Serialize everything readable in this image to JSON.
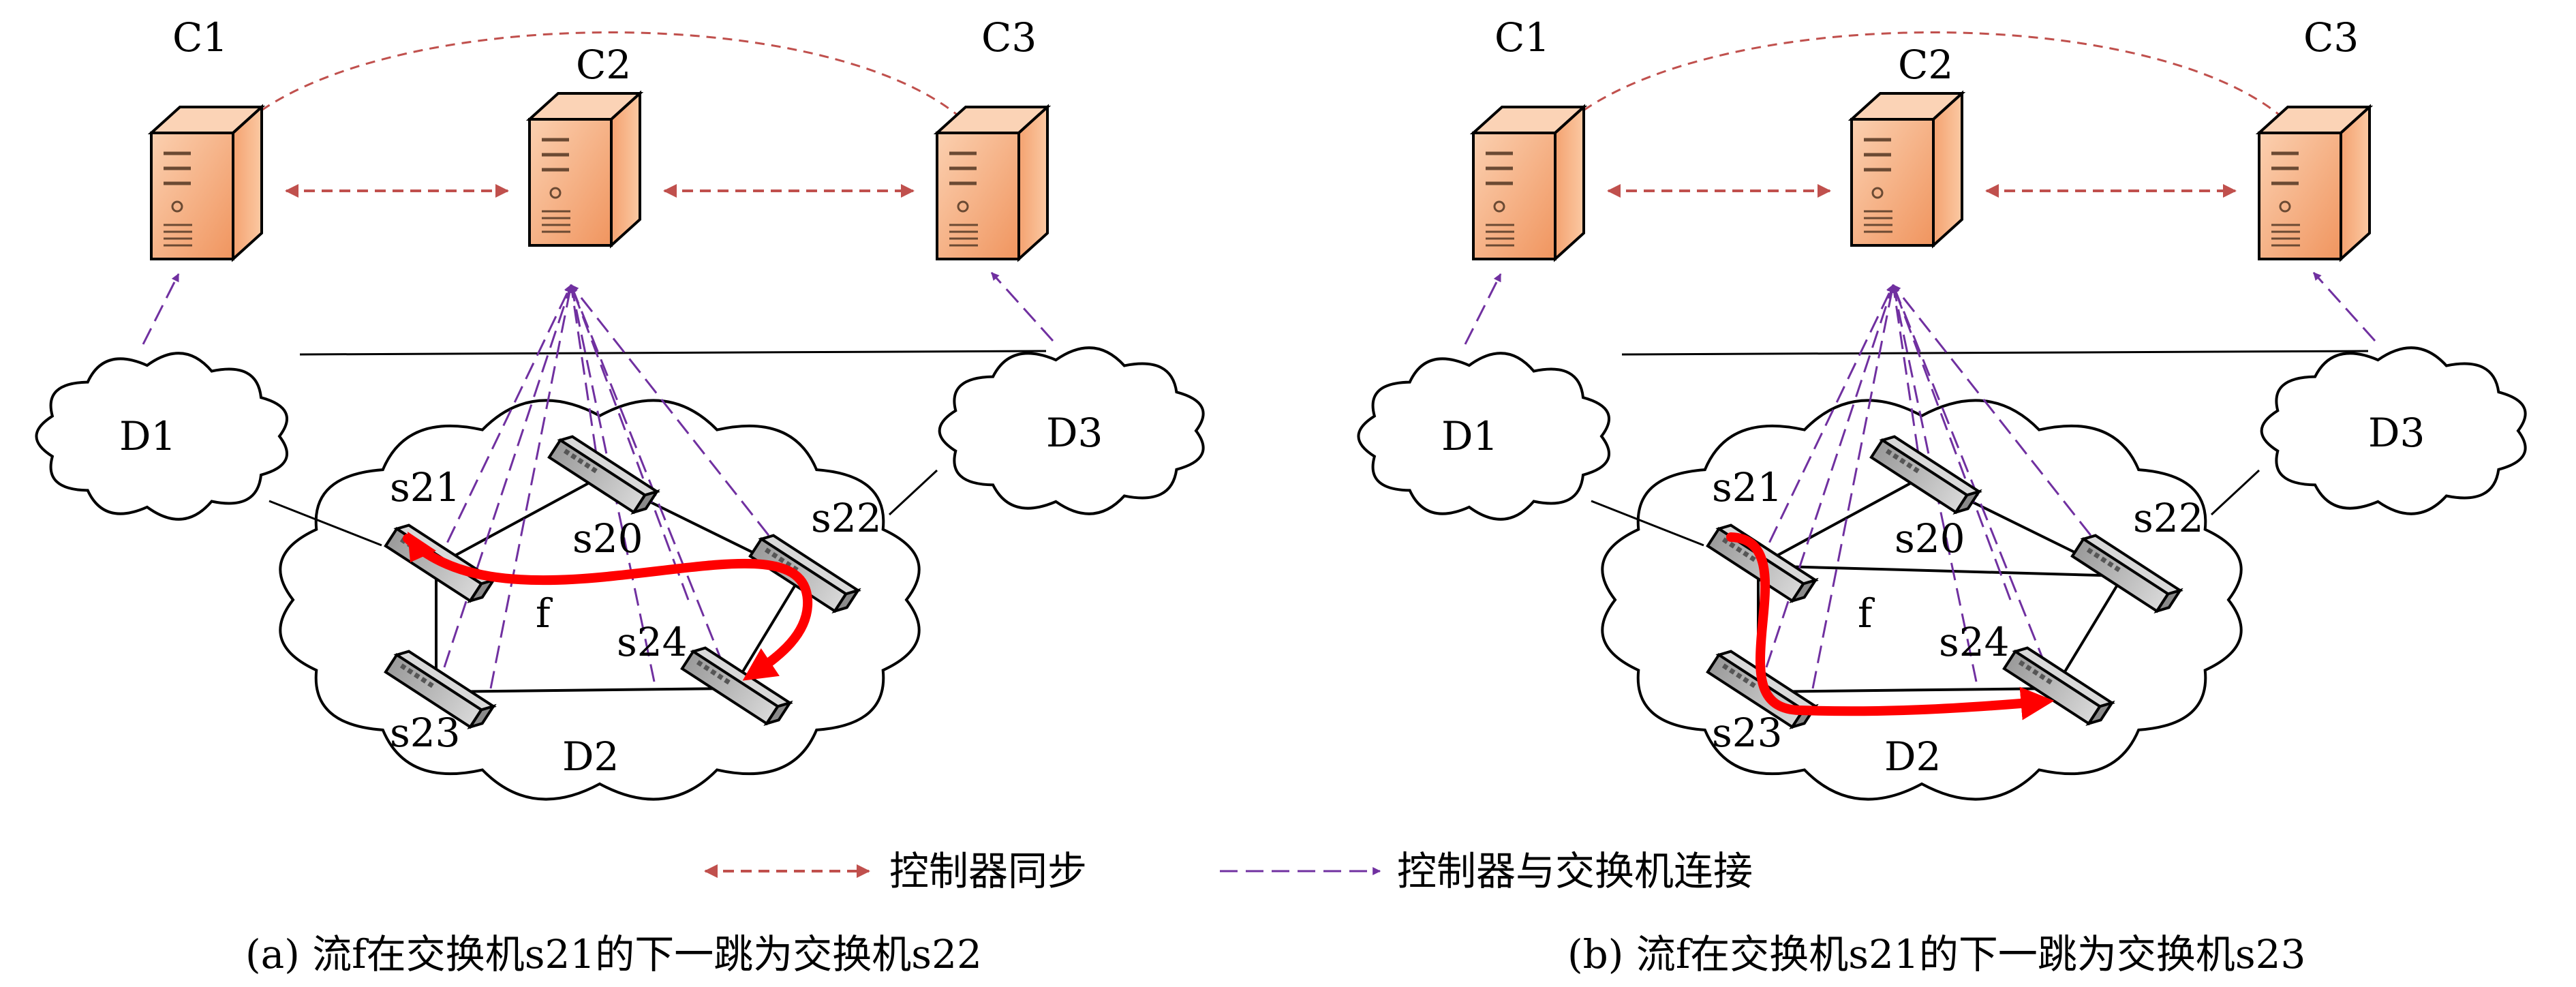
{
  "panels": [
    {
      "id": "a",
      "controllers": [
        "C1",
        "C2",
        "C3"
      ],
      "domains": [
        "D1",
        "D2",
        "D3"
      ],
      "switches": [
        "s20",
        "s21",
        "s22",
        "s23",
        "s24"
      ],
      "flow_label": "f",
      "caption": "(a) 流f在交换机s21的下一跳为交换机s22"
    },
    {
      "id": "b",
      "controllers": [
        "C1",
        "C2",
        "C3"
      ],
      "domains": [
        "D1",
        "D2",
        "D3"
      ],
      "switches": [
        "s20",
        "s21",
        "s22",
        "s23",
        "s24"
      ],
      "flow_label": "f",
      "caption": "(b) 流f在交换机s21的下一跳为交换机s23"
    }
  ],
  "legend": {
    "sync_label": "控制器同步",
    "connect_label": "控制器与交换机连接"
  },
  "colors": {
    "server_fill": "#f5a878",
    "sync_arrow": "#c0504d",
    "connect_line": "#7030a0",
    "flow_path": "#ff0000",
    "switch_fill": "#b5b5b5"
  }
}
